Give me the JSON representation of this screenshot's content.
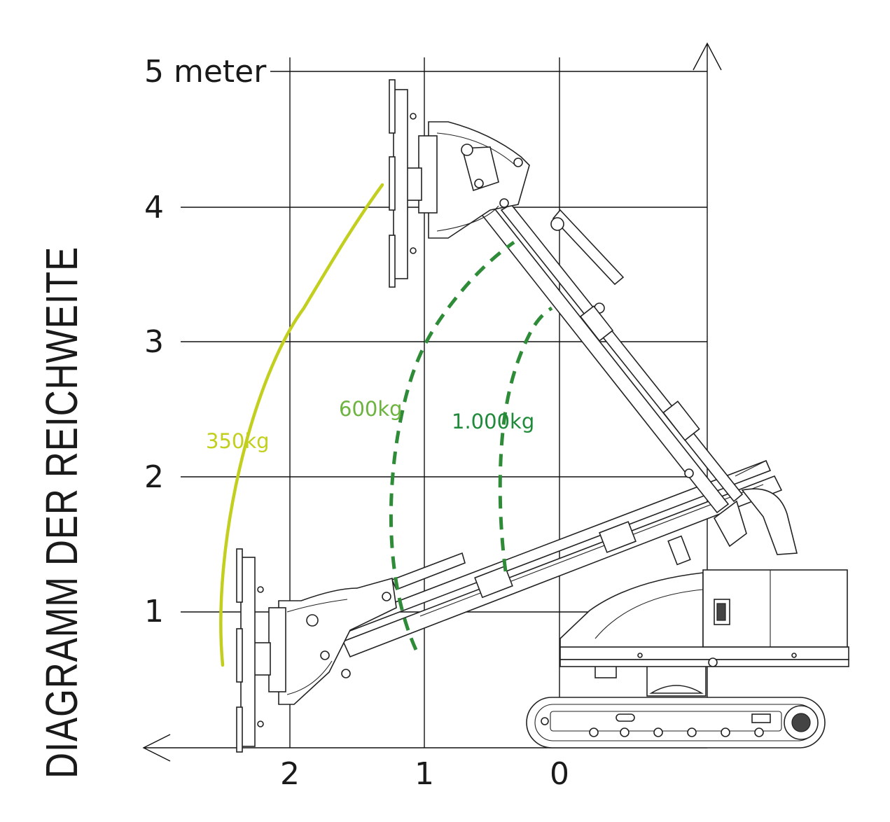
{
  "title": "DIAGRAMM DER REICHWEITE",
  "y_ticks": [
    "1",
    "2",
    "3",
    "4",
    "5 meter"
  ],
  "x_ticks": [
    "2",
    "1",
    "0"
  ],
  "curves": [
    {
      "label": "350kg",
      "color": "#c2cf1e",
      "style": "solid"
    },
    {
      "label": "600kg",
      "color": "#6cb33f",
      "style": "dashed"
    },
    {
      "label": "1.000kg",
      "color": "#1f8a3a",
      "style": "dashed"
    }
  ],
  "dash_color": "#2e8b37"
}
